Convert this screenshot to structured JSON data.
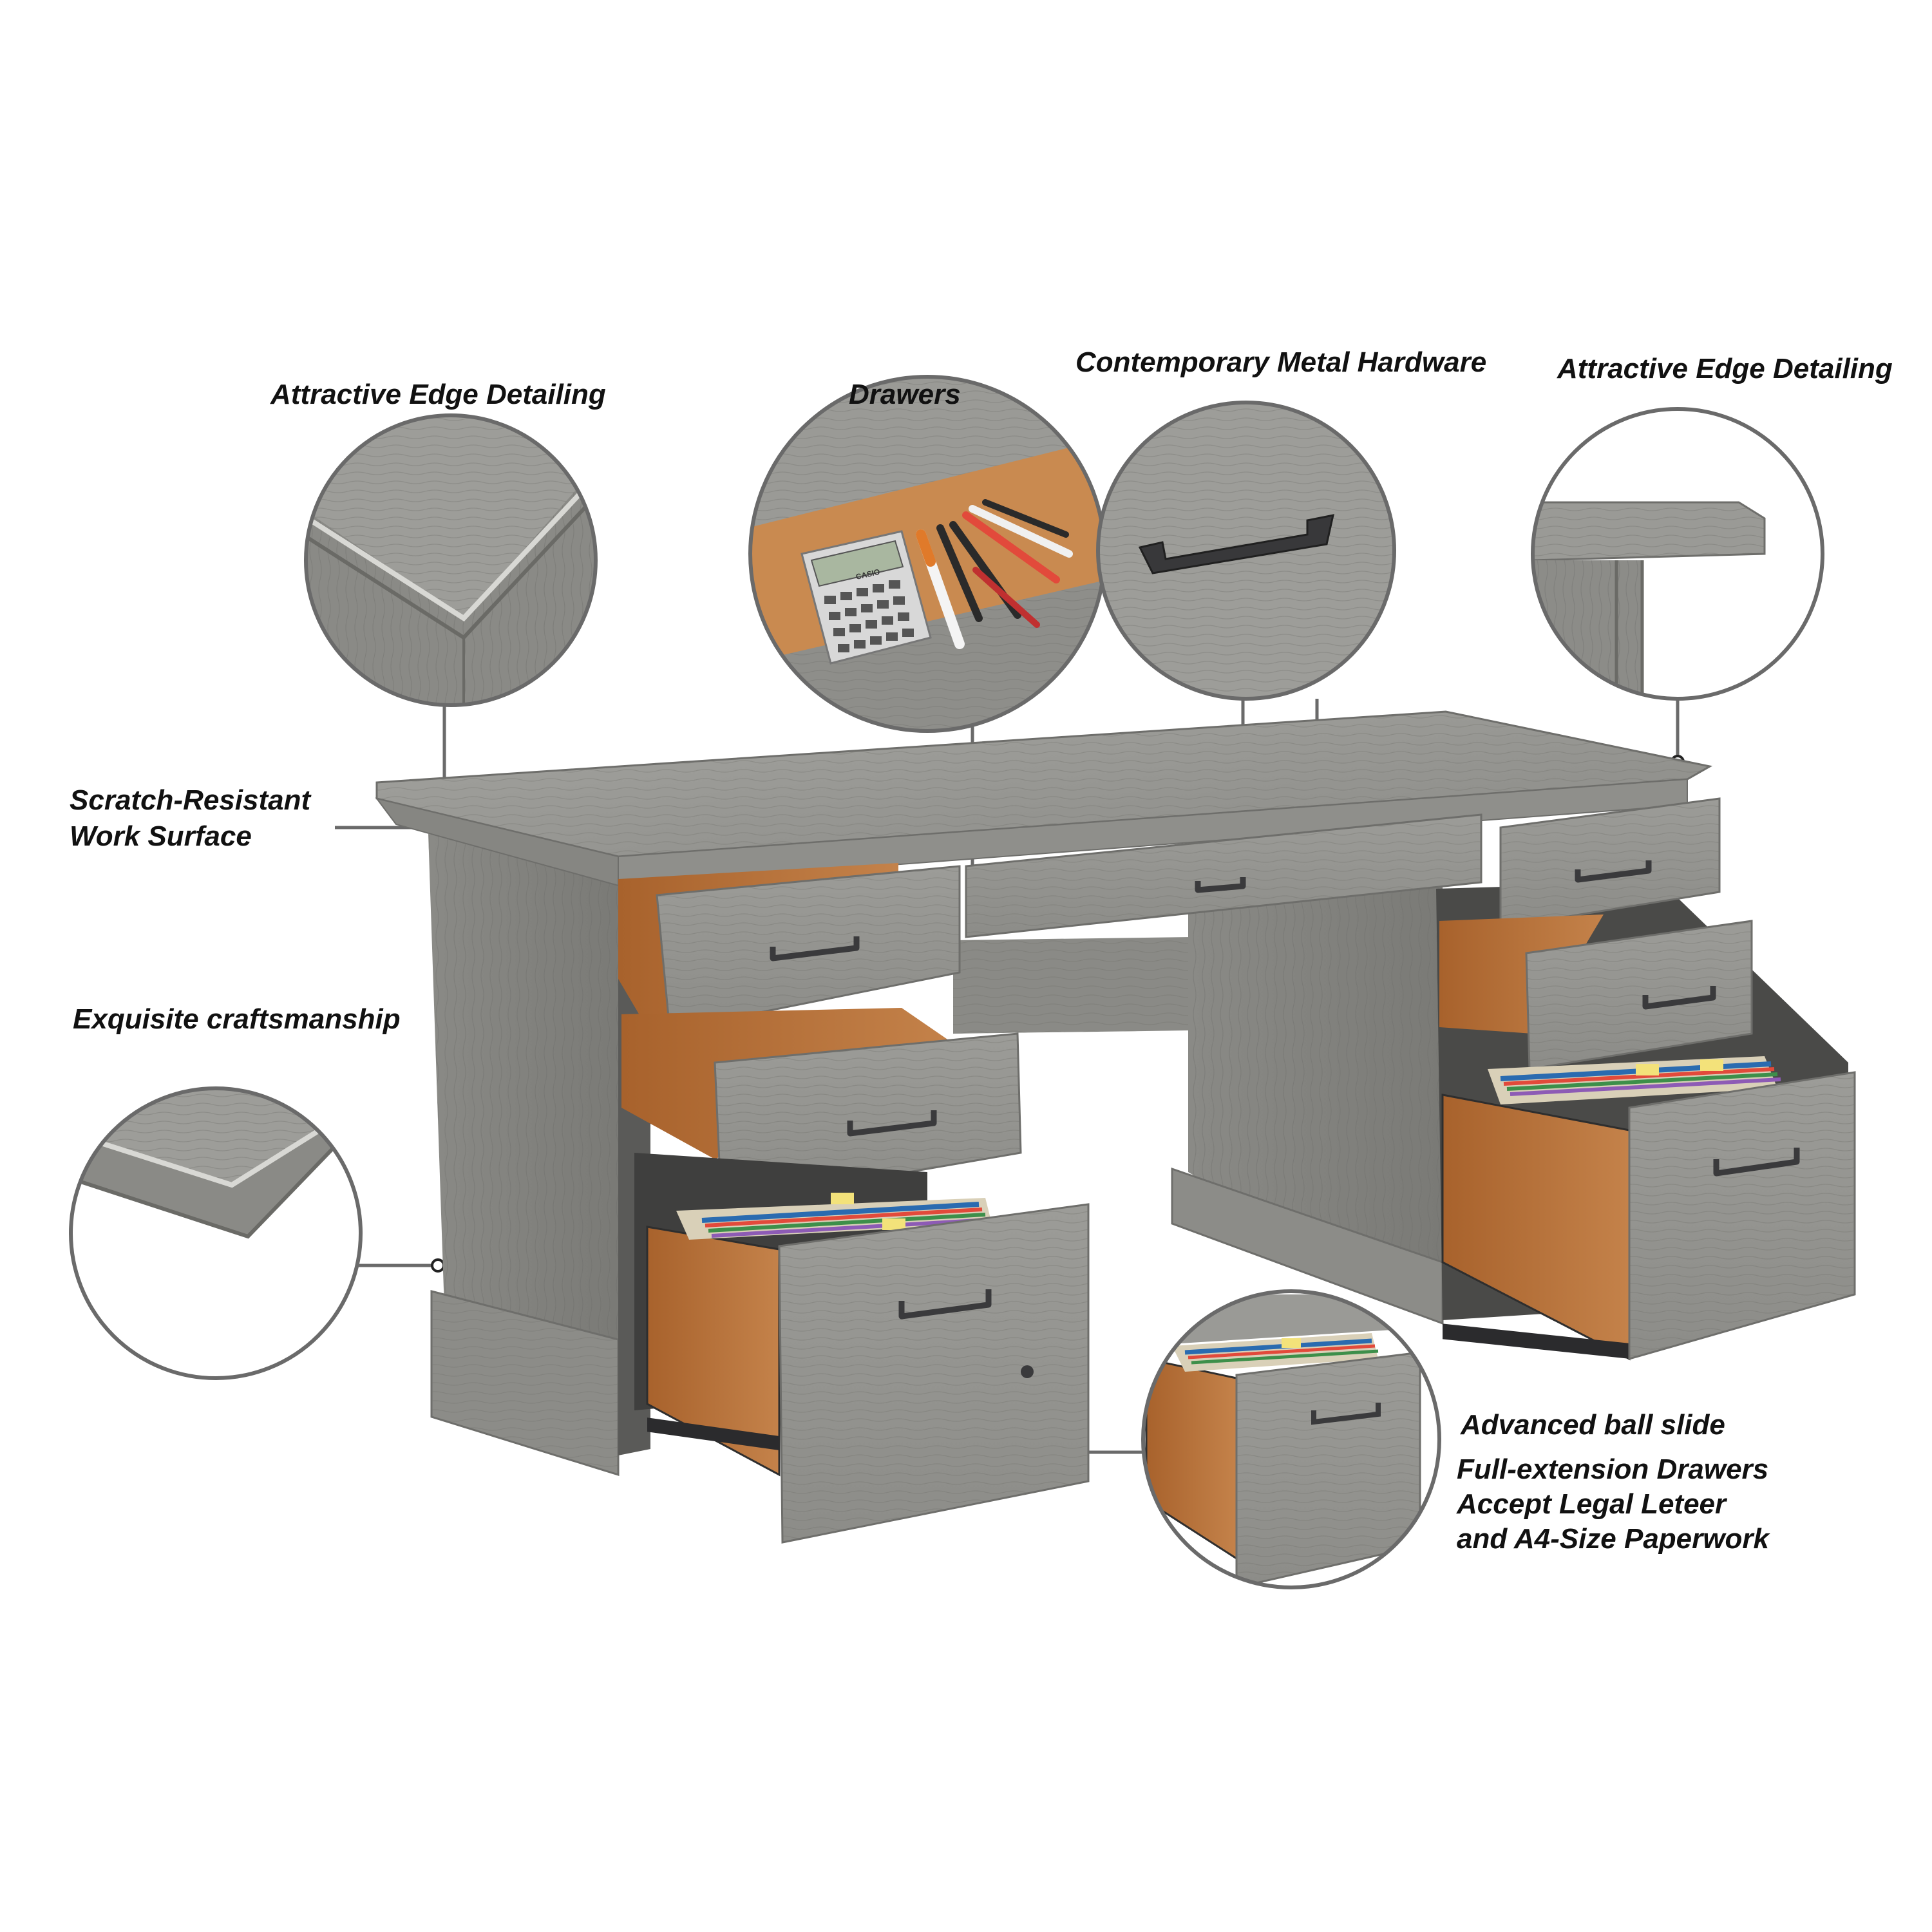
{
  "callouts": {
    "edge_detailing_left": "Attractive Edge Detailing",
    "drawers": "Drawers",
    "metal_hardware": "Contemporary Metal Hardware",
    "edge_detailing_right": "Attractive Edge Detailing",
    "work_surface_line1": "Scratch-Resistant",
    "work_surface_line2": "Work Surface",
    "craftsmanship": "Exquisite craftsmanship",
    "ball_slide": "Advanced ball slide",
    "full_extension_line1": "Full-extension Drawers",
    "full_extension_line2": "Accept Legal Leteer",
    "full_extension_line3": "and A4-Size Paperwork"
  },
  "calculator_brand": "CASIO",
  "colors": {
    "background": "#ffffff",
    "wood_gray": "#8e8e8b",
    "wood_gray_light": "#a9a9a5",
    "wood_gray_dark": "#6e6e6b",
    "drawer_interior": "#b8743d",
    "hardware": "#3a3a3c",
    "callout_line": "#6a6a6a",
    "label_text": "#111111"
  }
}
